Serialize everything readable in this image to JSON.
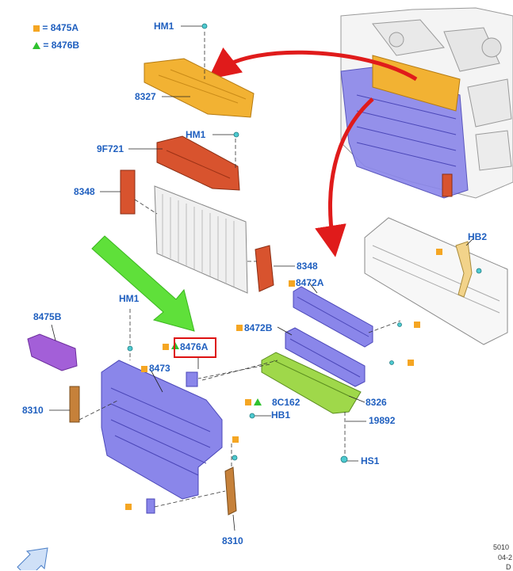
{
  "legend": {
    "square_label": "8475A",
    "triangle_label": "8476B"
  },
  "labels": {
    "hm1_top": "HM1",
    "p8327": "8327",
    "hm1_mid": "HM1",
    "p9f721": "9F721",
    "p8348_left": "8348",
    "p8348_right": "8348",
    "hb2": "HB2",
    "p8472a": "8472A",
    "hm1_low": "HM1",
    "p8475b": "8475B",
    "p8472b": "8472B",
    "p8476a": "8476A",
    "p8473": "8473",
    "p8310_left": "8310",
    "p8c162": "8C162",
    "hb1": "HB1",
    "p8326": "8326",
    "p19892": "19892",
    "hs1": "HS1",
    "p8310_bottom": "8310"
  },
  "footer": {
    "line1": "5010",
    "line2": "04-2",
    "line3": "D"
  },
  "colors": {
    "label_blue": "#1f5fbf",
    "marker_orange": "#f5a623",
    "marker_green": "#2fc22f",
    "part_orange": "#f2b233",
    "part_red": "#d8532e",
    "part_purple": "#7d79e6",
    "part_green": "#9fd84a",
    "arrow_red": "#e01b1b",
    "arrow_green": "#5fe03a"
  }
}
